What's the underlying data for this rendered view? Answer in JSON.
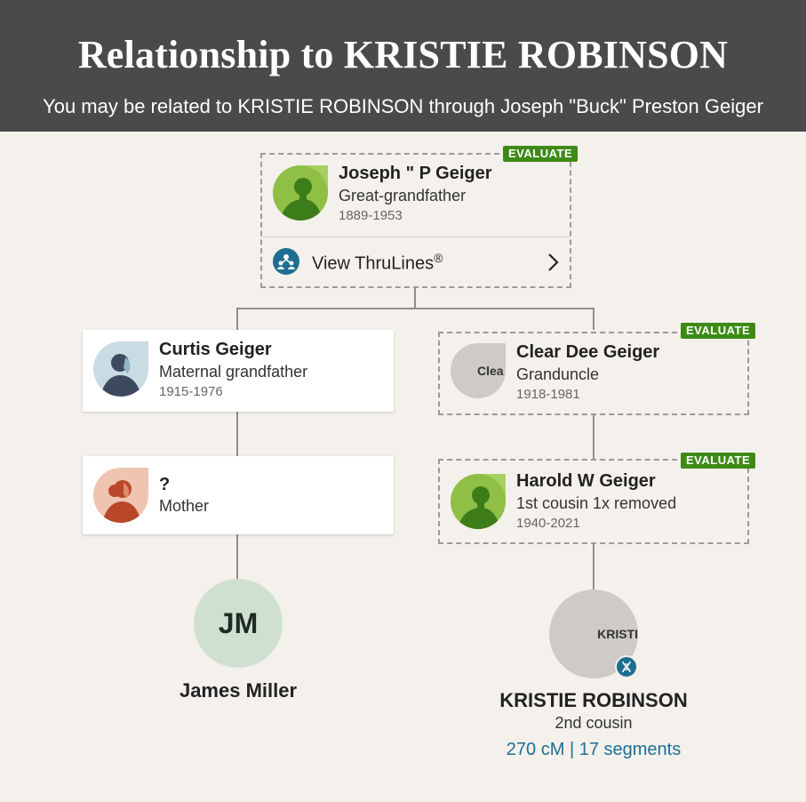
{
  "header": {
    "title": "Relationship to KRISTIE ROBINSON",
    "subtitle": "You may be related to KRISTIE ROBINSON through Joseph \"Buck\" Preston Geiger"
  },
  "badge_label": "EVALUATE",
  "ancestor": {
    "name": "Joseph \" P Geiger",
    "relation": "Great-grandfather",
    "dates": "1889-1953",
    "thrulines_label": "View ThruLines",
    "thrulines_mark": "®"
  },
  "left_branch": {
    "grandparent": {
      "name": "Curtis Geiger",
      "relation": "Maternal grandfather",
      "dates": "1915-1976"
    },
    "parent": {
      "name": "?",
      "relation": "Mother"
    },
    "self": {
      "initials": "JM",
      "name": "James Miller"
    }
  },
  "right_branch": {
    "granduncle": {
      "name": "Clear Dee Geiger",
      "relation": "Granduncle",
      "dates": "1918-1981",
      "avatar_text": "Clea"
    },
    "cousin": {
      "name": "Harold W Geiger",
      "relation": "1st cousin 1x removed",
      "dates": "1940-2021"
    },
    "match": {
      "avatar_text": "KRISTI",
      "name": "KRISTIE ROBINSON",
      "relation": "2nd cousin",
      "dna": "270 cM | 17 segments"
    }
  },
  "colors": {
    "header_bg": "#4a4a4a",
    "page_bg": "#f4f1ed",
    "evaluate_badge": "#3e8a16",
    "link_blue": "#1d6f92",
    "initials_circle": "#cfe0d0",
    "match_circle": "#cdcac7"
  },
  "icons": {
    "thrulines": "people-tree-icon",
    "chevron": "chevron-right-icon",
    "dna": "dna-icon"
  }
}
